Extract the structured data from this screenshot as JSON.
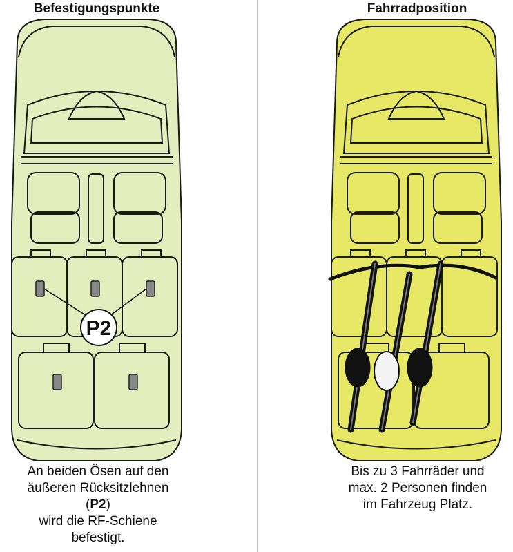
{
  "left_panel": {
    "title": "Befestigungspunkte",
    "badge": "P2",
    "caption_line1": "An beiden Ösen auf den",
    "caption_line2": "äußeren Rücksitzlehnen",
    "caption_open": "(",
    "caption_bold": "P2",
    "caption_close": ")",
    "caption_line4": "wird die RF-Schiene",
    "caption_line5": "befestigt.",
    "car_color": "#e4edbd"
  },
  "right_panel": {
    "title": "Fahrradposition",
    "caption_line1": "Bis zu 3 Fahrräder und",
    "caption_line2": "max. 2 Personen finden",
    "caption_line3": "im Fahrzeug Platz.",
    "car_color": "#e6e866"
  }
}
